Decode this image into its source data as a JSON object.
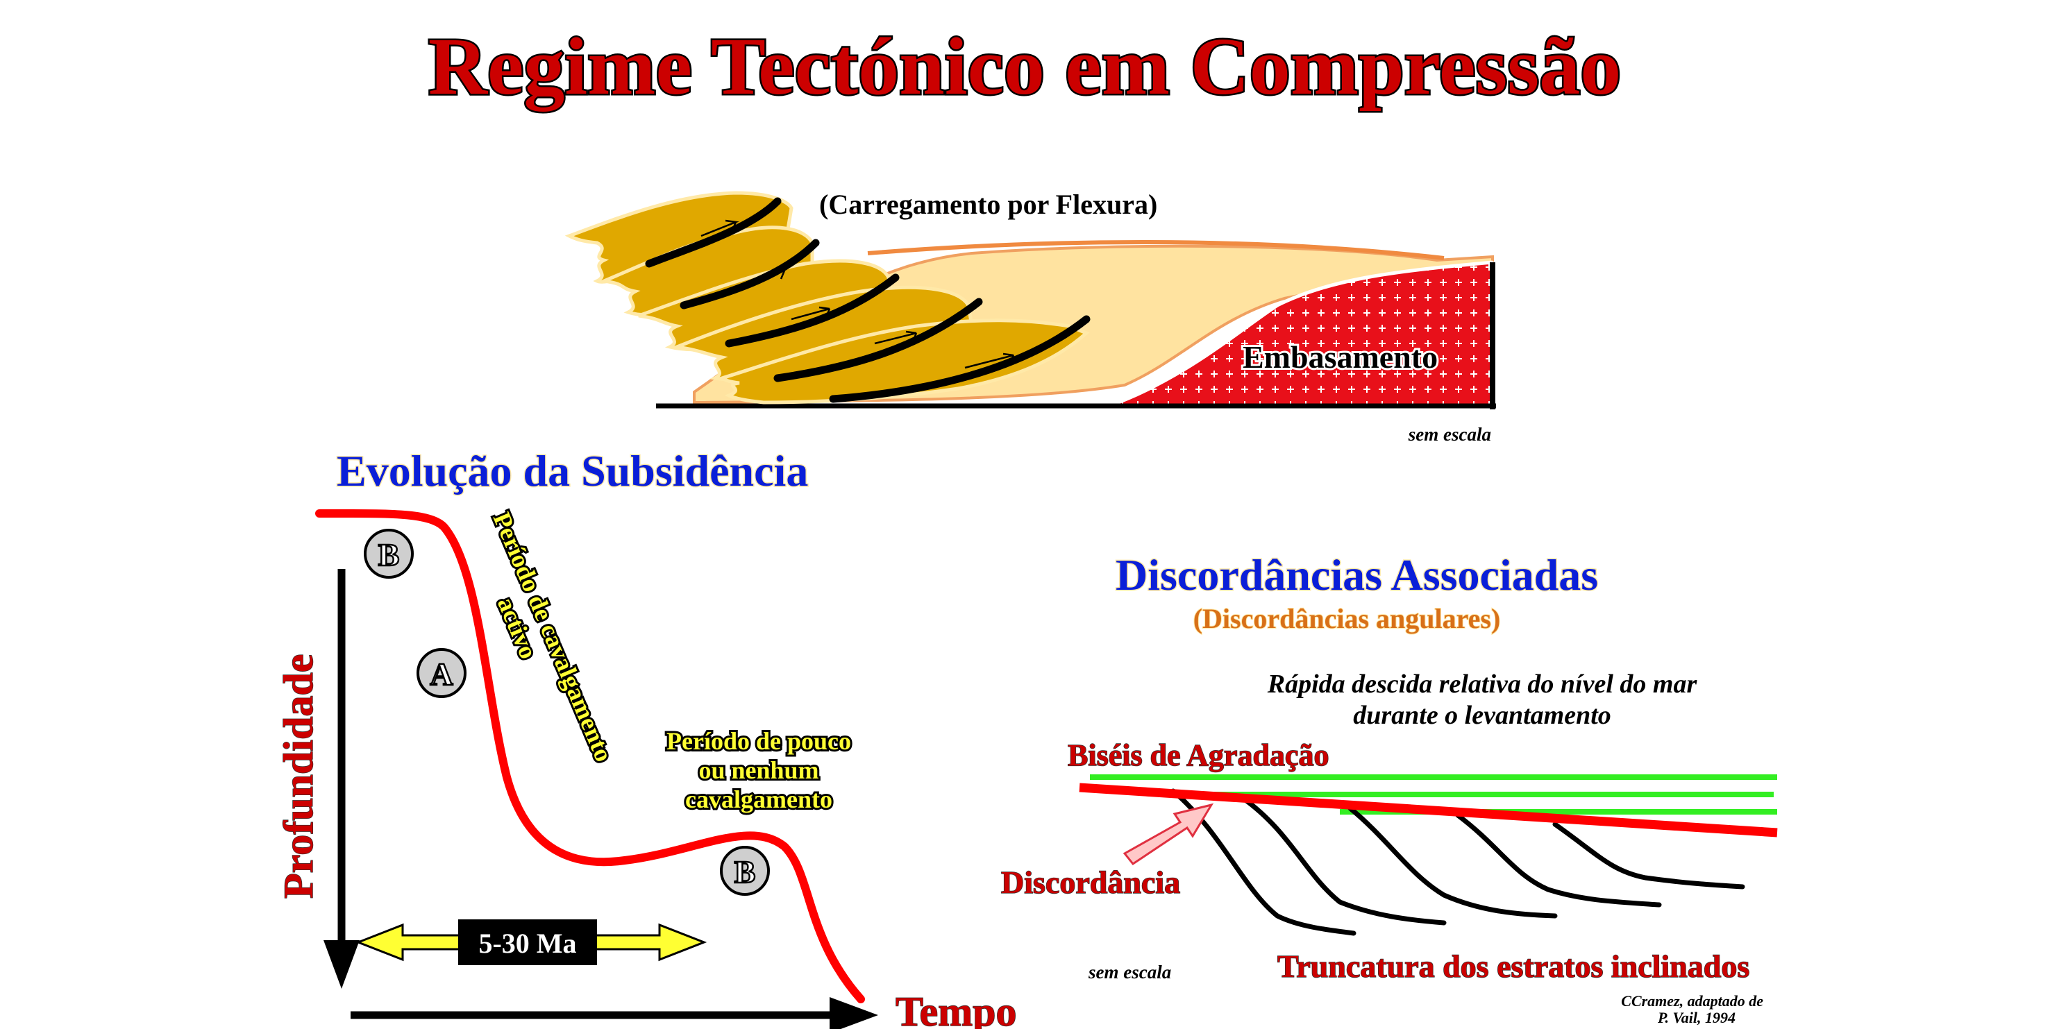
{
  "title": "Regime Tectónico em Compressão",
  "top_diagram": {
    "subtitle": "(Carregamento por Flexura)",
    "basement_label": "Embasamento",
    "scale_note": "sem escala"
  },
  "subsidence": {
    "heading": "Evolução da Subsidência",
    "y_axis_label": "Profundidade",
    "x_axis_label": "Tempo",
    "active_period": [
      "Período de cavalgamento",
      "activo"
    ],
    "quiet_period": [
      "Período de pouco",
      "ou nenhum",
      "cavalgamento"
    ],
    "duration": "5-30 Ma",
    "markers": [
      "B",
      "A",
      "B"
    ]
  },
  "unconformities": {
    "heading": "Discordâncias Associadas",
    "subheading": "(Discordâncias angulares)",
    "sea_level_note": [
      "Rápida descida relativa do nível do mar",
      "durante o levantamento"
    ],
    "onlap_label": "Biséis de Agradação",
    "unconformity_label": "Discordância",
    "truncation_label": "Truncatura dos estratos inclinados",
    "scale_note": "sem escala"
  },
  "credit": [
    "CCramez, adaptado de",
    "P. Vail, 1994"
  ],
  "colors": {
    "title_red": "#cc0000",
    "heading_blue": "#0a1fd8",
    "basement_red": "#e8101a",
    "thrust_gold": "#e0a800",
    "basin_fill": "#ffe3a0",
    "layer_green": "#33ee22",
    "arrow_yellow": "#ffff33"
  }
}
